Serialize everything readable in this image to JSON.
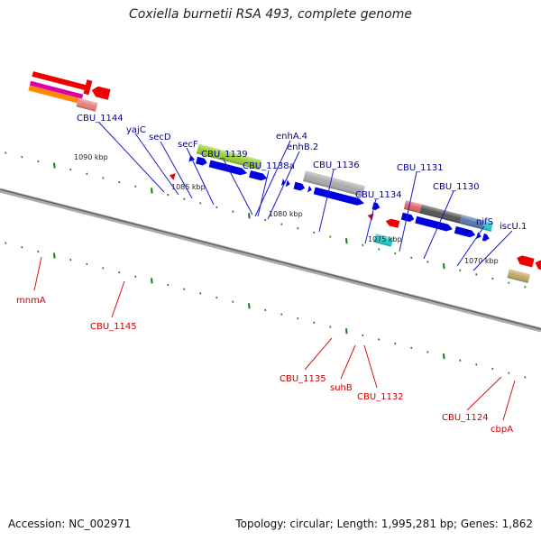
{
  "title": "Coxiella burnetii RSA 493, complete genome",
  "footer": {
    "accession": "Accession: NC_002971",
    "summary": "Topology: circular; Length: 1,995,281 bp; Genes: 1,862"
  },
  "colors": {
    "forward_cds": "#0000dd",
    "reverse_cds": "#ee0000",
    "forward_label": "#000099",
    "reverse_label": "#cc0000",
    "tick": "#1a7a1a",
    "backbone": "#888888"
  },
  "scale_labels": [
    "1090 kbp",
    "1085 kbp",
    "1080 kbp",
    "1075 kbp",
    "1070 kbp"
  ],
  "forward_gene_labels": [
    "CBU_1144",
    "yajC",
    "secD",
    "secF",
    "CBU_1139",
    "enhA.4",
    "enhB.2",
    "CBU_1138a",
    "CBU_1136",
    "CBU_1134",
    "CBU_1131",
    "CBU_1130",
    "nifS",
    "iscU.1"
  ],
  "reverse_gene_labels": [
    "mnmA",
    "CBU_1145",
    "CBU_1135",
    "suhB",
    "CBU_1132",
    "CBU_1124",
    "cbpA"
  ]
}
